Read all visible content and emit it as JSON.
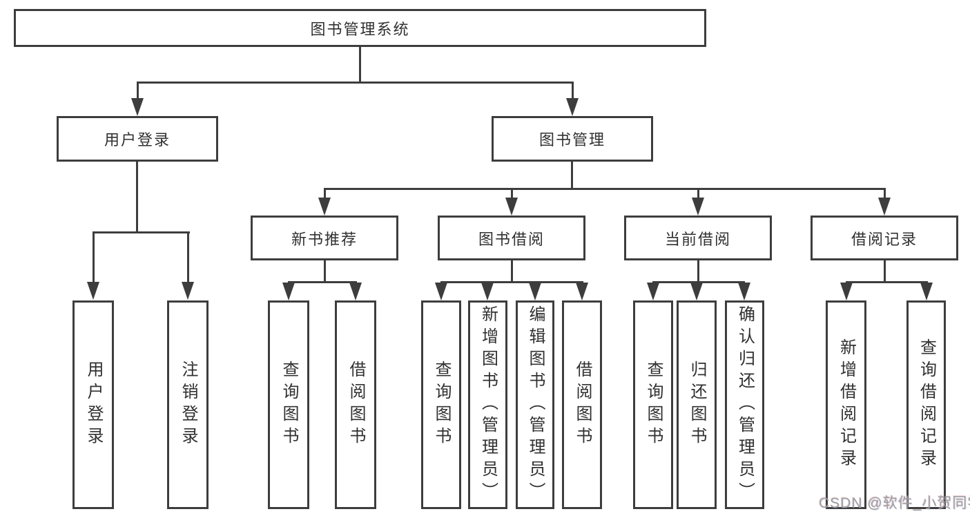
{
  "diagram": {
    "root": {
      "label": "图书管理系统"
    },
    "level2": [
      {
        "label": "用户登录"
      },
      {
        "label": "图书管理"
      }
    ],
    "level3": [
      {
        "label": "新书推荐"
      },
      {
        "label": "图书借阅"
      },
      {
        "label": "当前借阅"
      },
      {
        "label": "借阅记录"
      }
    ],
    "leaves": [
      {
        "label": "用户登录"
      },
      {
        "label": "注销登录"
      },
      {
        "label": "查询图书"
      },
      {
        "label": "借阅图书"
      },
      {
        "label": "查询图书"
      },
      {
        "label": "新增图书（管理员）"
      },
      {
        "label": "编辑图书（管理员）"
      },
      {
        "label": "借阅图书"
      },
      {
        "label": "查询图书"
      },
      {
        "label": "归还图书"
      },
      {
        "label": "确认归还（管理员）"
      },
      {
        "label": "新增借阅记录"
      },
      {
        "label": "查询借阅记录"
      }
    ],
    "watermark": "CSDN @软件_小贺同学",
    "colors": {
      "line": "#3d3d3d",
      "text": "#303030",
      "background": "#ffffff",
      "watermark": "#9e9e9e"
    }
  }
}
